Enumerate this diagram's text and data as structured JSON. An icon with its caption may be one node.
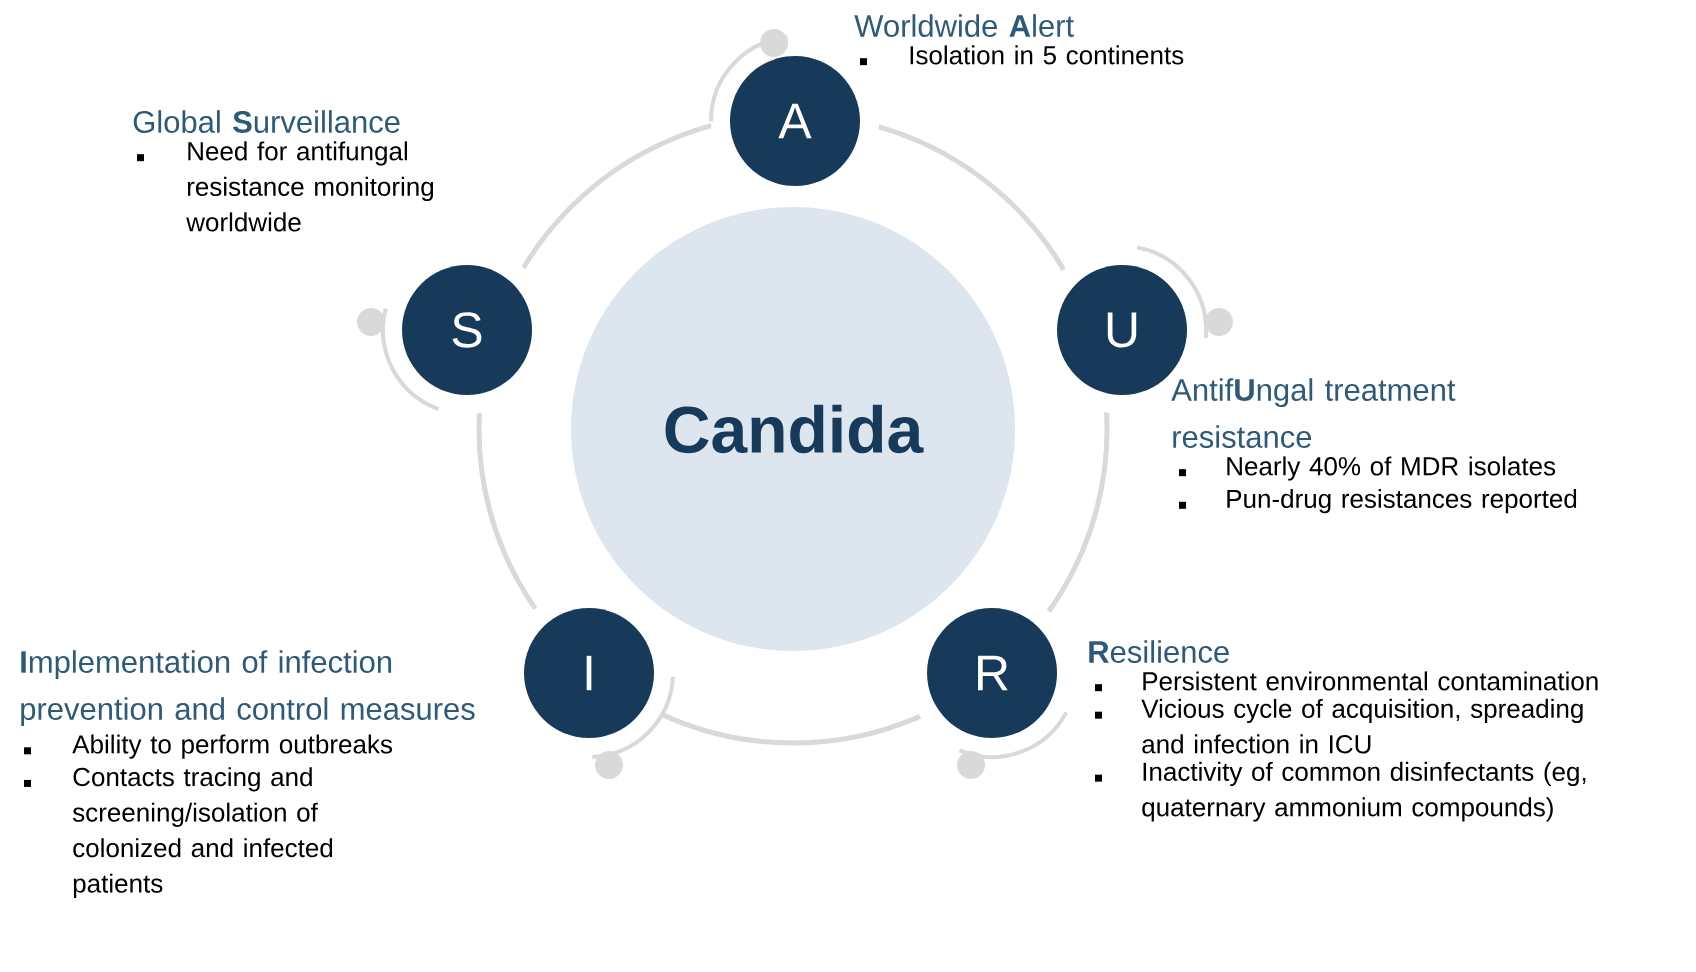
{
  "diagram": {
    "nodes": [
      {
        "text": [
          "Candida"
        ]
      },
      {
        "text": [
          "A"
        ],
        "beside": [
          "Worldwide **A**lert",
          "Isolation in 5 continents"
        ]
      },
      {
        "text": [
          "S"
        ],
        "beside": [
          "Global **S**urveillance",
          "Need for antifungal resistance monitoring worldwide"
        ]
      },
      {
        "text": [
          "U"
        ],
        "beside": [
          "Antif**U**ngal treatment resistance",
          "Nearly 40% of MDR isolates",
          "Pun-drug resistances reported"
        ]
      },
      {
        "text": [
          "I"
        ],
        "beside": [
          "**I**mplementation of infection prevention and control measures",
          "Ability to perform outbreaks",
          "Contacts tracing and screening/isolation of colonized and infected patients"
        ]
      },
      {
        "text": [
          "R"
        ],
        "beside": [
          "**R**esilience",
          "Persistent environmental contamination",
          "Vicious cycle of acquisition, spreading and infection in ICU",
          "Inactivity of common disinfectants (eg, quaternary ammonium compounds)"
        ]
      }
    ]
  }
}
